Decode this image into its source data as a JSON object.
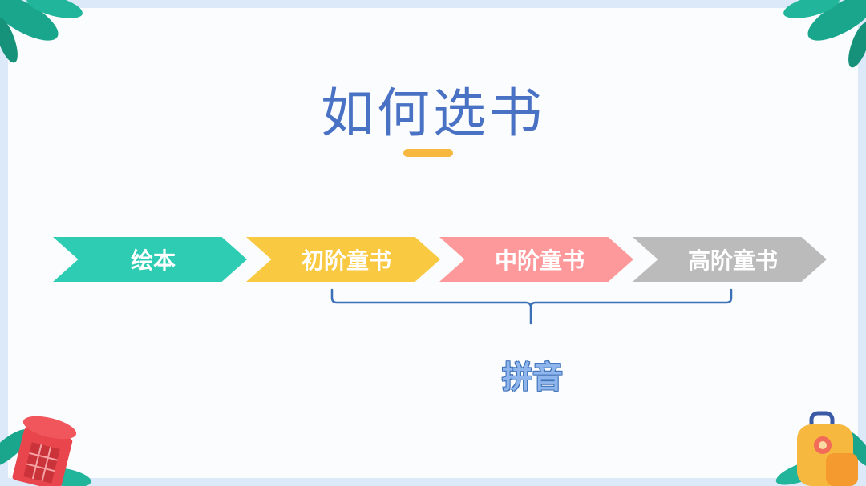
{
  "slide": {
    "title": "如何选书"
  },
  "stages": [
    {
      "label": "绘本",
      "color": "#2ecdb3"
    },
    {
      "label": "初阶童书",
      "color": "#f9c941"
    },
    {
      "label": "中阶童书",
      "color": "#fd989b"
    },
    {
      "label": "高阶童书",
      "color": "#bbbbbb"
    }
  ],
  "bracket": {
    "label": "拼音",
    "color": "#3b6fb8"
  },
  "colors": {
    "title": "#4a72c4",
    "accent_bar": "#f6b83e",
    "background": "#fbfcfe",
    "leaf": "#1aa68d"
  },
  "decorations": [
    "leaf-icon",
    "phone-booth-icon",
    "backpack-icon"
  ]
}
